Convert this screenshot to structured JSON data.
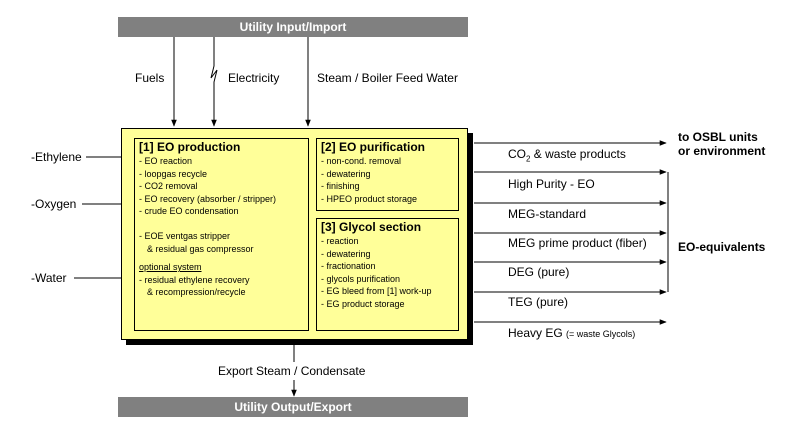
{
  "utility_input": "Utility Input/Import",
  "utility_output": "Utility Output/Export",
  "inputs_top": {
    "fuels": "Fuels",
    "electricity": "Electricity",
    "steam": "Steam / Boiler Feed Water"
  },
  "feeds": {
    "ethylene": "-Ethylene",
    "oxygen": "-Oxygen",
    "water": "-Water"
  },
  "export_steam": "Export Steam / Condensate",
  "section1": {
    "title": "[1] EO production",
    "items": [
      "- EO reaction",
      "- loopgas recycle",
      "- CO2 removal",
      "- EO recovery (absorber / stripper)",
      "- crude EO condensation"
    ],
    "items2": [
      "- EOE ventgas stripper",
      "& residual gas compressor"
    ],
    "optional_label": "optional system",
    "items3": [
      "- residual ethylene recovery",
      "& recompression/recycle"
    ]
  },
  "section2": {
    "title": "[2] EO purification",
    "items": [
      "- non-cond. removal",
      "- dewatering",
      "- finishing",
      "- HPEO product storage"
    ]
  },
  "section3": {
    "title": "[3] Glycol section",
    "items": [
      "- reaction",
      "- dewatering",
      "- fractionation",
      "- glycols purification",
      "- EG bleed from [1] work-up",
      "- EG product storage"
    ]
  },
  "outputs": {
    "co2_main": "CO",
    "co2_sub": "2",
    "co2_rest": " & waste products",
    "hpeo": "High Purity - EO",
    "meg_std": "MEG-standard",
    "meg_prime": "MEG prime product (fiber)",
    "deg": "DEG (pure)",
    "teg": "TEG (pure)",
    "heavy_eg": "Heavy EG",
    "heavy_eg_note": "(= waste Glycols)"
  },
  "destinations": {
    "osbl_line1": "to OSBL units",
    "osbl_line2": "or environment",
    "eo_equiv": "EO-equivalents"
  }
}
